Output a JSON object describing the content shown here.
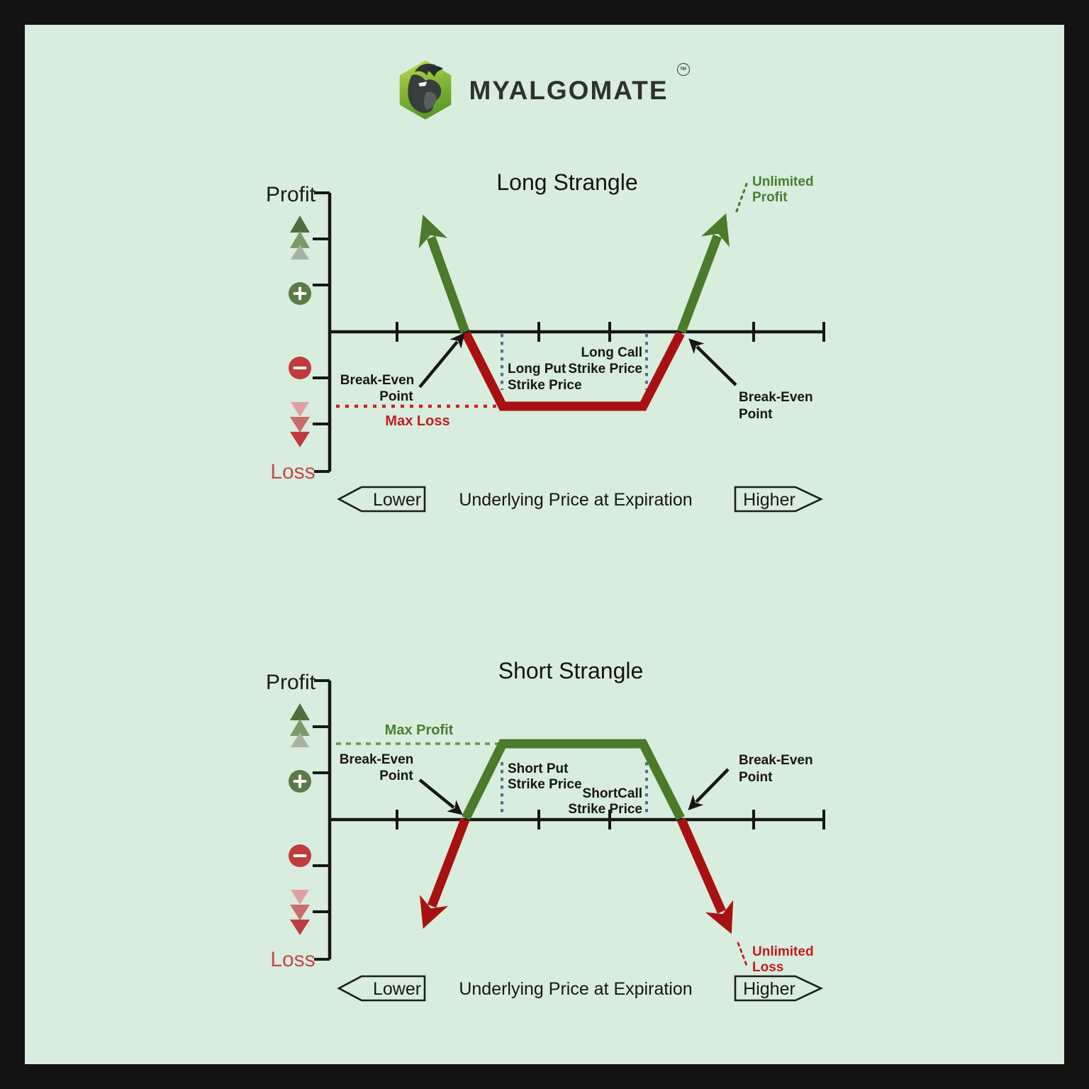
{
  "header": {
    "brand": "MYALGOMATE",
    "tm": "TM",
    "logo_icon": "bull-hexagon"
  },
  "colors": {
    "frame": "#131313",
    "canvas_background": "#d8eddd",
    "profit_green": "#4a7a2a",
    "loss_red": "#a81111",
    "annotation_green": "#4c7c31",
    "annotation_red": "#c01d1d",
    "strike_dash_blue": "#4f6e8e",
    "axis_black": "#161616",
    "loss_axis_label_red": "#c64a4a",
    "logo_green_top": "#b9d94e",
    "logo_green_bottom": "#5d9b28",
    "bull_dark": "#383d3d"
  },
  "charts": [
    {
      "title": "Long Strangle",
      "y_top_label": "Profit",
      "y_bottom_label": "Loss",
      "x_label": "Underlying Price at Expiration",
      "x_left_tag": "Lower",
      "x_right_tag": "Higher",
      "extreme_line1": "Unlimited",
      "extreme_line2": "Profit",
      "max_label": "Max Loss",
      "be_left_line1": "Break-Even",
      "be_left_line2": "Point",
      "be_right_line1": "Break-Even",
      "be_right_line2": "Point",
      "put_line1": "Long Put",
      "put_line2": "Strike Price",
      "call_line1": "Long Call",
      "call_line2": "Strike Price"
    },
    {
      "title": "Short Strangle",
      "y_top_label": "Profit",
      "y_bottom_label": "Loss",
      "x_label": "Underlying Price at Expiration",
      "x_left_tag": "Lower",
      "x_right_tag": "Higher",
      "extreme_line1": "Unlimited",
      "extreme_line2": "Loss",
      "max_label": "Max Profit",
      "be_left_line1": "Break-Even",
      "be_left_line2": "Point",
      "be_right_line1": "Break-Even",
      "be_right_line2": "Point",
      "put_line1": "Short Put",
      "put_line2": "Strike Price",
      "call_line1": "ShortCall",
      "call_line2": "Strike Price"
    }
  ],
  "chart_data": [
    {
      "type": "line",
      "title": "Long Strangle",
      "xlabel": "Underlying Price at Expiration",
      "ylabel": "Profit / Loss",
      "numeric_ticks_shown": false,
      "payoff_shape": [
        "unlimited profit rising to upper-left",
        "break-even point (payoff = 0)",
        "long put strike price (max loss plateau begins)",
        "long call strike price (max loss plateau ends)",
        "break-even point (payoff = 0)",
        "unlimited profit rising to upper-right"
      ],
      "flat_segment_label": "Max Loss",
      "tail_label": "Unlimited Profit",
      "profit_color": "#4a7a2a",
      "loss_color": "#a81111"
    },
    {
      "type": "line",
      "title": "Short Strangle",
      "xlabel": "Underlying Price at Expiration",
      "ylabel": "Profit / Loss",
      "numeric_ticks_shown": false,
      "payoff_shape": [
        "unlimited loss falling to lower-left",
        "break-even point (payoff = 0)",
        "short put strike price (max profit plateau begins)",
        "short call strike price (max profit plateau ends)",
        "break-even point (payoff = 0)",
        "unlimited loss falling to lower-right"
      ],
      "flat_segment_label": "Max Profit",
      "tail_label": "Unlimited Loss",
      "profit_color": "#4a7a2a",
      "loss_color": "#a81111"
    }
  ]
}
